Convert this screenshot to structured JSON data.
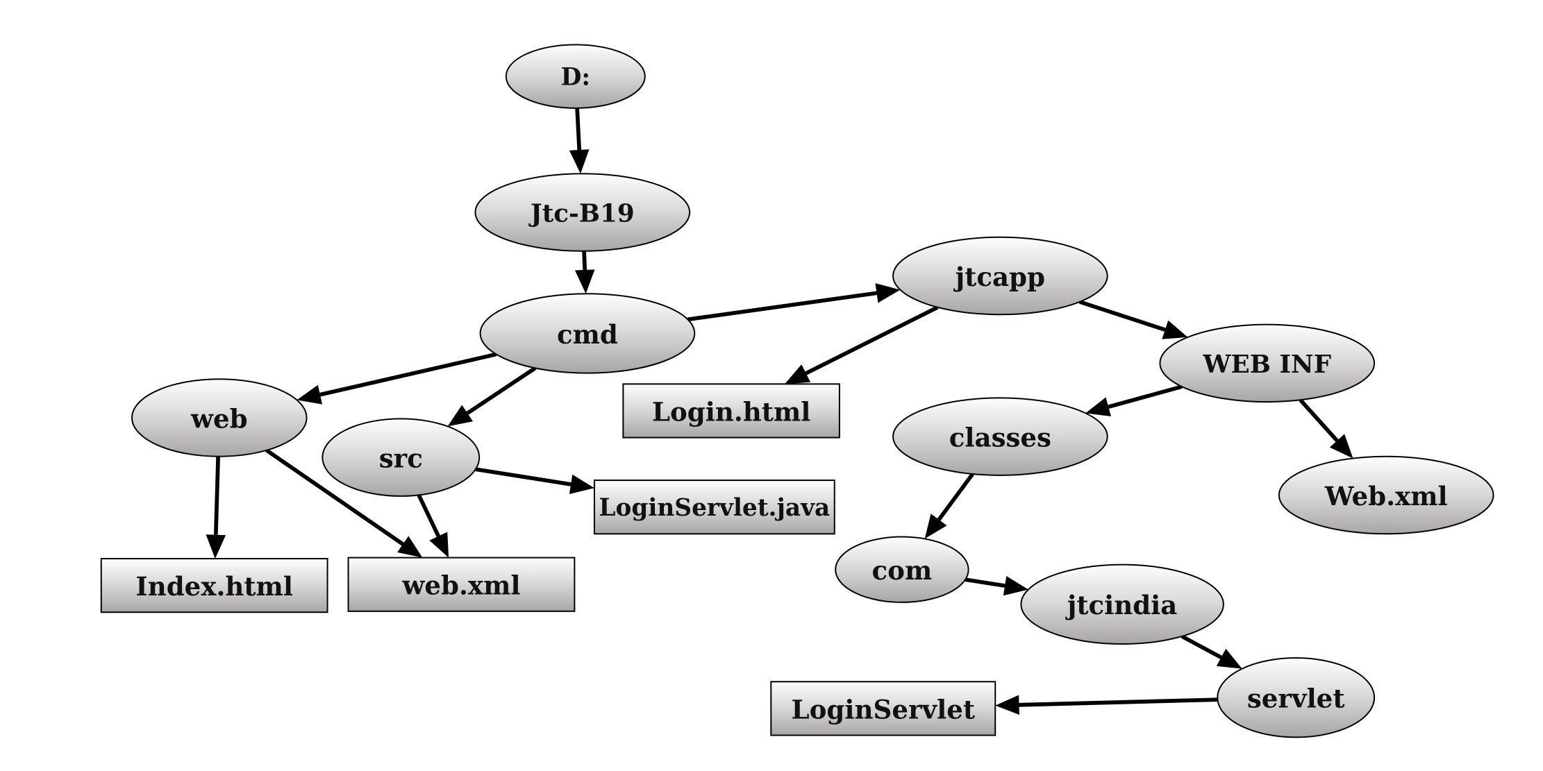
{
  "diagram": {
    "type": "directory-tree",
    "nodes": [
      {
        "id": "d",
        "label": "D:",
        "shape": "ellipse"
      },
      {
        "id": "jtc-b19",
        "label": "Jtc-B19",
        "shape": "ellipse"
      },
      {
        "id": "cmd",
        "label": "cmd",
        "shape": "ellipse"
      },
      {
        "id": "jtcapp",
        "label": "jtcapp",
        "shape": "ellipse"
      },
      {
        "id": "web-inf",
        "label": "WEB INF",
        "shape": "ellipse"
      },
      {
        "id": "web",
        "label": "web",
        "shape": "ellipse"
      },
      {
        "id": "src",
        "label": "src",
        "shape": "ellipse"
      },
      {
        "id": "login-html",
        "label": "Login.html",
        "shape": "box"
      },
      {
        "id": "classes",
        "label": "classes",
        "shape": "ellipse"
      },
      {
        "id": "loginservlet-java",
        "label": "LoginServlet.java",
        "shape": "box"
      },
      {
        "id": "web-xml-upper",
        "label": "Web.xml",
        "shape": "ellipse"
      },
      {
        "id": "com",
        "label": "com",
        "shape": "ellipse"
      },
      {
        "id": "jtcindia",
        "label": "jtcindia",
        "shape": "ellipse"
      },
      {
        "id": "index-html",
        "label": "Index.html",
        "shape": "box"
      },
      {
        "id": "web-xml-lower",
        "label": "web.xml",
        "shape": "box"
      },
      {
        "id": "servlet",
        "label": "servlet",
        "shape": "ellipse"
      },
      {
        "id": "loginservlet",
        "label": "LoginServlet",
        "shape": "box"
      }
    ],
    "edges": [
      {
        "from": "d",
        "to": "jtc-b19"
      },
      {
        "from": "jtc-b19",
        "to": "cmd"
      },
      {
        "from": "cmd",
        "to": "jtcapp"
      },
      {
        "from": "cmd",
        "to": "web"
      },
      {
        "from": "cmd",
        "to": "src"
      },
      {
        "from": "jtcapp",
        "to": "login-html"
      },
      {
        "from": "jtcapp",
        "to": "web-inf"
      },
      {
        "from": "web-inf",
        "to": "classes"
      },
      {
        "from": "web-inf",
        "to": "web-xml-upper"
      },
      {
        "from": "web",
        "to": "index-html"
      },
      {
        "from": "web",
        "to": "web-xml-lower"
      },
      {
        "from": "src",
        "to": "web-xml-lower"
      },
      {
        "from": "src",
        "to": "loginservlet-java"
      },
      {
        "from": "classes",
        "to": "com"
      },
      {
        "from": "com",
        "to": "jtcindia"
      },
      {
        "from": "jtcindia",
        "to": "servlet"
      },
      {
        "from": "servlet",
        "to": "loginservlet"
      }
    ],
    "colors": {
      "fill_top": "#fdfdfd",
      "fill_bottom": "#a9a5a6",
      "stroke": "#000000",
      "text": "#111111"
    }
  }
}
